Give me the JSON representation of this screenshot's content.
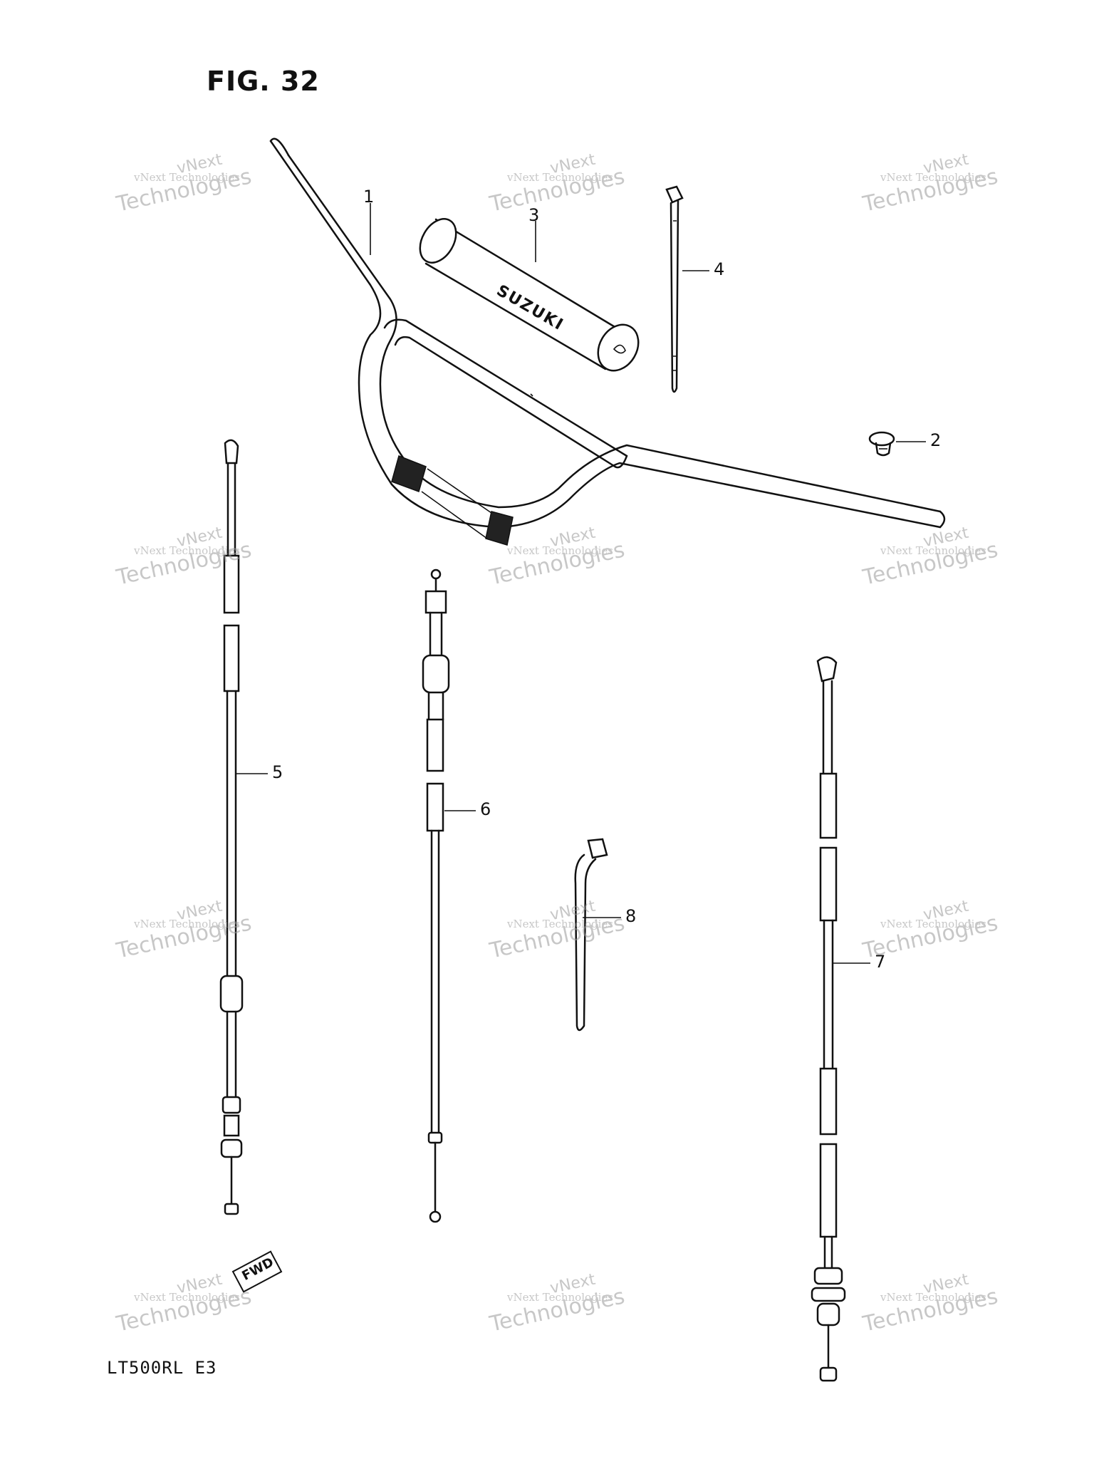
{
  "figure": {
    "title": "FIG. 32",
    "model_code": "LT500RL  E3"
  },
  "brand_text": "SUZUKI",
  "direction_marker": "FWD",
  "watermark": {
    "line1": "vNext",
    "line2": "vNext Technologies",
    "line3": "Technologies"
  },
  "parts": [
    {
      "number": "1",
      "icon": "handlebar"
    },
    {
      "number": "2",
      "icon": "plug-cap"
    },
    {
      "number": "3",
      "icon": "handlebar-pad"
    },
    {
      "number": "4",
      "icon": "cable-tie"
    },
    {
      "number": "5",
      "icon": "cable"
    },
    {
      "number": "6",
      "icon": "cable"
    },
    {
      "number": "7",
      "icon": "cable"
    },
    {
      "number": "8",
      "icon": "cable-tie"
    }
  ]
}
